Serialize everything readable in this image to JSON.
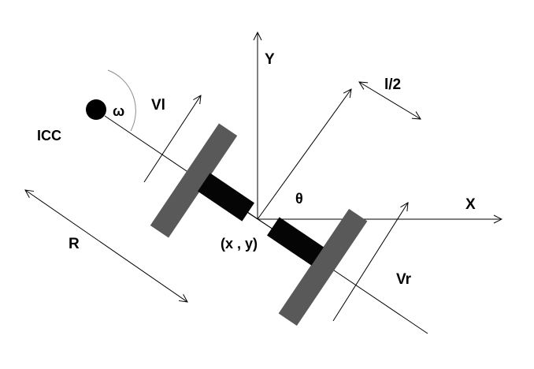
{
  "diagram": {
    "title": "Differential drive robot kinematics",
    "labels": {
      "y_axis": "Y",
      "x_axis": "X",
      "icc": "ICC",
      "omega": "ω",
      "v_left": "Vl",
      "v_right": "Vr",
      "half_axle": "l/2",
      "radius": "R",
      "theta": "θ",
      "position": "(x , y)"
    },
    "colors": {
      "wheel": "#595959",
      "axle_block": "#050505",
      "line": "#000000",
      "arc": "#8c8c8c",
      "icc_dot": "#000000",
      "background": "#ffffff"
    }
  }
}
